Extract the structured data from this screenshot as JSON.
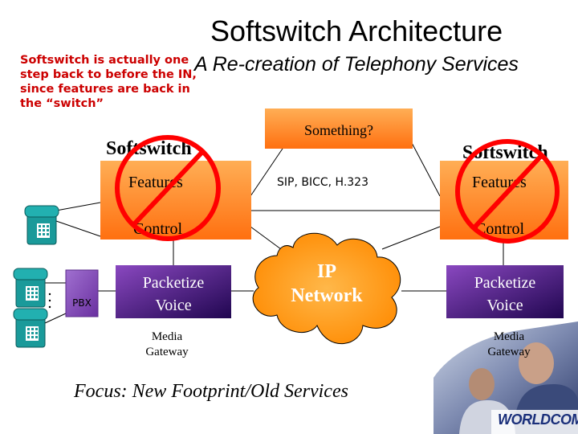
{
  "slide": {
    "title": "Softswitch Architecture",
    "subtitle": "A Re-creation of Telephony Services",
    "note": "Softswitch is actually one step back to before the IN, since features are back in the “switch”",
    "footer": "Focus: New Footprint/Old Services",
    "logo_text": "WORLDCOM"
  },
  "diagram": {
    "something": "Something?",
    "protocols": "SIP, BICC, H.323",
    "network_line1": "IP",
    "network_line2": "Network",
    "pbx": "PBX",
    "left_switch": {
      "label": "Softswitch",
      "features": "Features",
      "control": "Control",
      "packetize_line1": "Packetize",
      "packetize_line2": "Voice",
      "gateway_line1": "Media",
      "gateway_line2": "Gateway"
    },
    "right_switch": {
      "label": "Softswitch",
      "features": "Features",
      "control": "Control",
      "packetize_line1": "Packetize",
      "packetize_line2": "Voice",
      "gateway_line1": "Media",
      "gateway_line2": "Gateway"
    }
  },
  "colors": {
    "box_orange_top": "#ffa040",
    "box_orange_bottom": "#ff7a10",
    "box_purple_left": "#7a3ab0",
    "box_purple_right": "#2a0a60",
    "cloud": "#ff9a1a",
    "prohibit_red": "#ff0000",
    "note_red": "#cc0000",
    "phone_teal": "#1a9a9a"
  }
}
